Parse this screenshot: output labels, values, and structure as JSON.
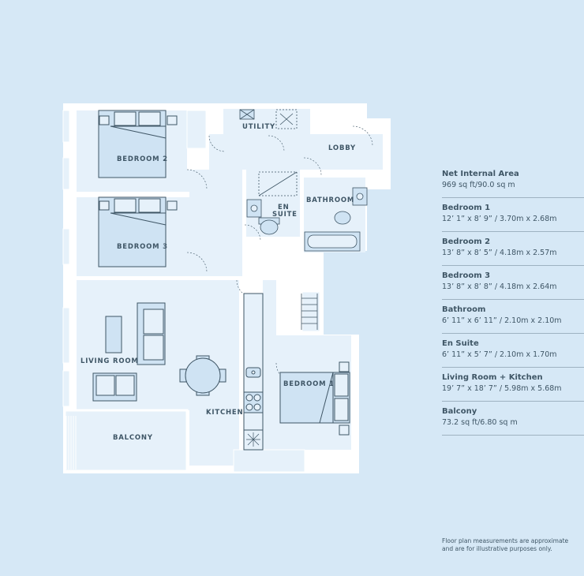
{
  "rooms": {
    "bedroom2": "BEDROOM 2",
    "bedroom3": "BEDROOM 3",
    "utility": "UTILITY",
    "lobby": "LOBBY",
    "en_suite_1": "EN",
    "en_suite_2": "SUITE",
    "bathroom": "BATHROOM",
    "living_room": "LIVING ROOM",
    "bedroom1": "BEDROOM 1",
    "balcony": "BALCONY",
    "kitchen": "KITCHEN"
  },
  "schedule": [
    {
      "title": "Net Internal Area",
      "value": "969 sq ft/90.0 sq m"
    },
    {
      "title": "Bedroom 1",
      "value": "12’ 1” x 8’ 9” / 3.70m x 2.68m"
    },
    {
      "title": "Bedroom 2",
      "value": "13’ 8” x 8’ 5” / 4.18m x 2.57m"
    },
    {
      "title": "Bedroom 3",
      "value": "13’ 8” x 8’ 8” / 4.18m x 2.64m"
    },
    {
      "title": "Bathroom",
      "value": "6’ 11” x 6’ 11” / 2.10m x 2.10m"
    },
    {
      "title": "En Suite",
      "value": "6’ 11” x 5’ 7” / 2.10m x 1.70m"
    },
    {
      "title": "Living Room + Kitchen",
      "value": "19’ 7” x 18’ 7” / 5.98m x 5.68m"
    },
    {
      "title": "Balcony",
      "value": "73.2 sq ft/6.80 sq m"
    }
  ],
  "disclaimer": "Floor plan measurements are approximate and are for illustrative purposes only.",
  "colors": {
    "background": "#d6e8f6",
    "walls": "#ffffff",
    "room_fill": "#e6f1fa",
    "furniture_fill": "#cfe3f3",
    "line": "#3f5666"
  }
}
